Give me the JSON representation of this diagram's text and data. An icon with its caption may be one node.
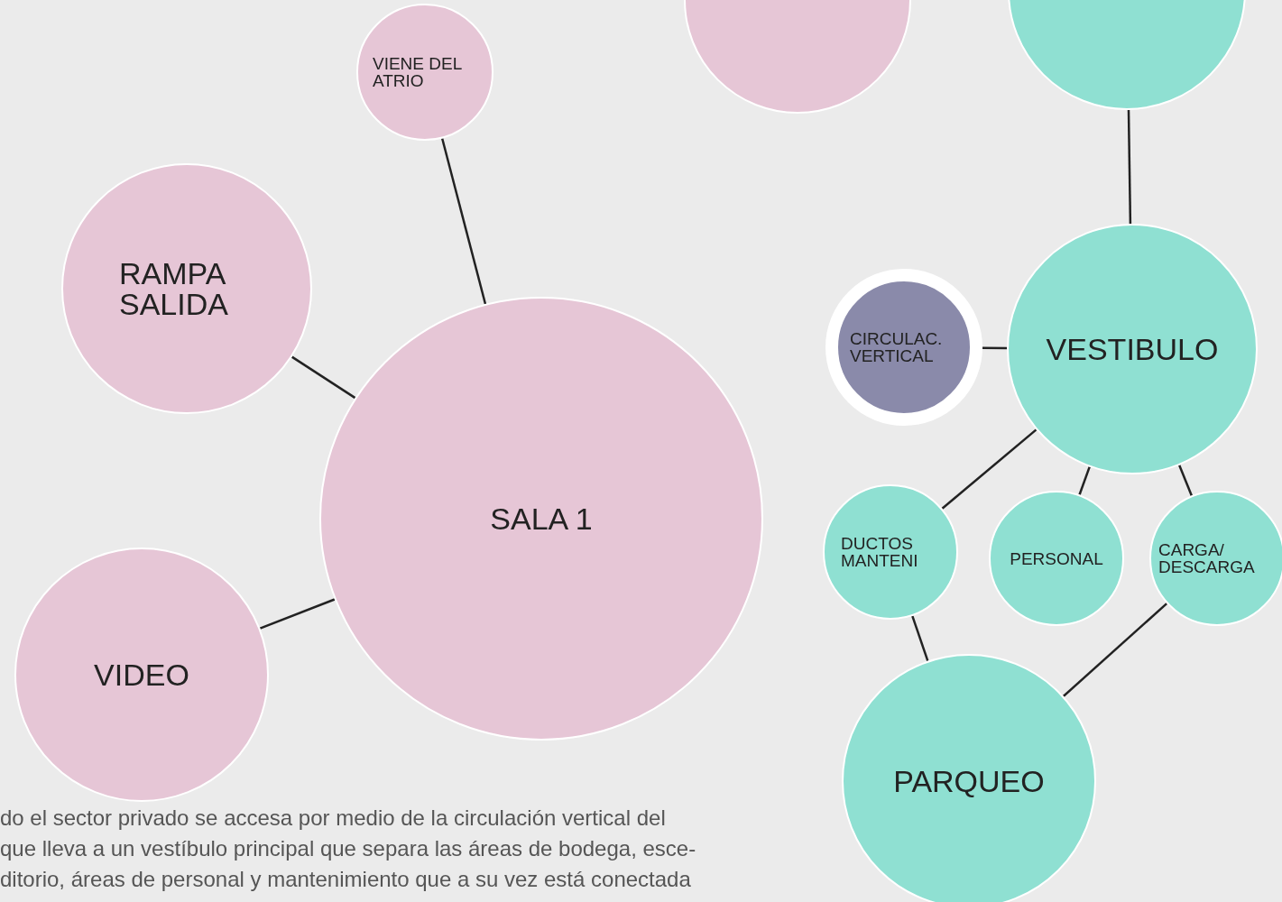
{
  "diagram": {
    "nodes": [
      {
        "text": [],
        "shape": "circle"
      },
      {
        "text": [],
        "shape": "circle"
      },
      {
        "text": [
          "VIENE DEL ATRIO"
        ]
      },
      {
        "text": [
          "RAMPA SALIDA"
        ]
      },
      {
        "text": [
          "SALA 1"
        ]
      },
      {
        "text": [
          "VIDEO"
        ]
      },
      {
        "text": [
          "CIRCULAC. VERTICAL"
        ]
      },
      {
        "text": [
          "VESTIBULO"
        ]
      },
      {
        "text": [
          "DUCTOS MANTENI"
        ]
      },
      {
        "text": [
          "PERSONAL"
        ]
      },
      {
        "text": [
          "CARGA/ DESCARGA"
        ]
      },
      {
        "text": [
          "PARQUEO"
        ]
      }
    ],
    "edges": [
      {
        "from": 2,
        "to": 4,
        "arrow": "none"
      },
      {
        "from": 3,
        "to": 4,
        "arrow": "none"
      },
      {
        "from": 5,
        "to": 4,
        "arrow": "none"
      },
      {
        "from": 1,
        "to": 7,
        "arrow": "none"
      },
      {
        "from": 6,
        "to": 7,
        "arrow": "none"
      },
      {
        "from": 7,
        "to": 8,
        "arrow": "none"
      },
      {
        "from": 7,
        "to": 9,
        "arrow": "none"
      },
      {
        "from": 7,
        "to": 10,
        "arrow": "none"
      },
      {
        "from": 8,
        "to": 11,
        "arrow": "none"
      },
      {
        "from": 10,
        "to": 11,
        "arrow": "none"
      }
    ],
    "labels": [
      "do el sector privado se accesa por medio de la circulación vertical del",
      "que lleva a un vestíbulo principal que separa las áreas de bodega, esce-",
      "ditorio, áreas de personal y mantenimiento que a su vez está conectada"
    ]
  }
}
